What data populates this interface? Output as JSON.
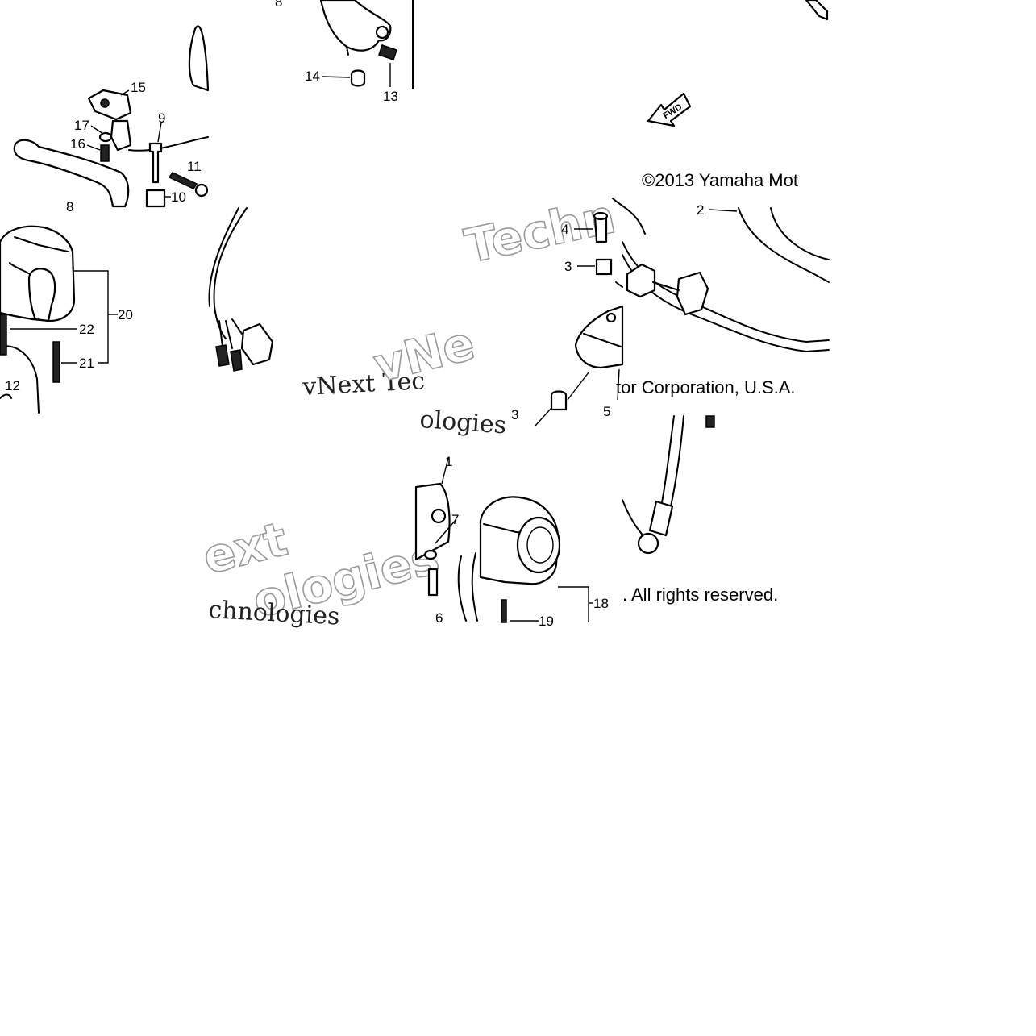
{
  "copyright_line_1": "©2013 Yamaha Mot",
  "copyright_line_2": "tor Corporation, U.S.A.",
  "copyright_line_3": ". All rights reserved.",
  "fwd_label": "FWD",
  "watermarks": {
    "tile_mid_techn": "Techn",
    "tile_mid_vnext": "vNext Tec",
    "tile_mid_ologies": "ologies",
    "tile_bottom_ext": "ext",
    "tile_bottom_ologies": "ologies",
    "tile_bottom_chnologies": "chnologies"
  },
  "callouts": {
    "c1": "1",
    "c2": "2",
    "c3a": "3",
    "c3b": "3",
    "c4": "4",
    "c5": "5",
    "c6": "6",
    "c7": "7",
    "c8a": "8",
    "c8b": "8",
    "c9": "9",
    "c10": "10",
    "c11": "11",
    "c12": "12",
    "c13": "13",
    "c14": "14",
    "c15": "15",
    "c16": "16",
    "c17": "17",
    "c18": "18",
    "c19": "19",
    "c20": "20",
    "c21": "21",
    "c22": "22"
  }
}
